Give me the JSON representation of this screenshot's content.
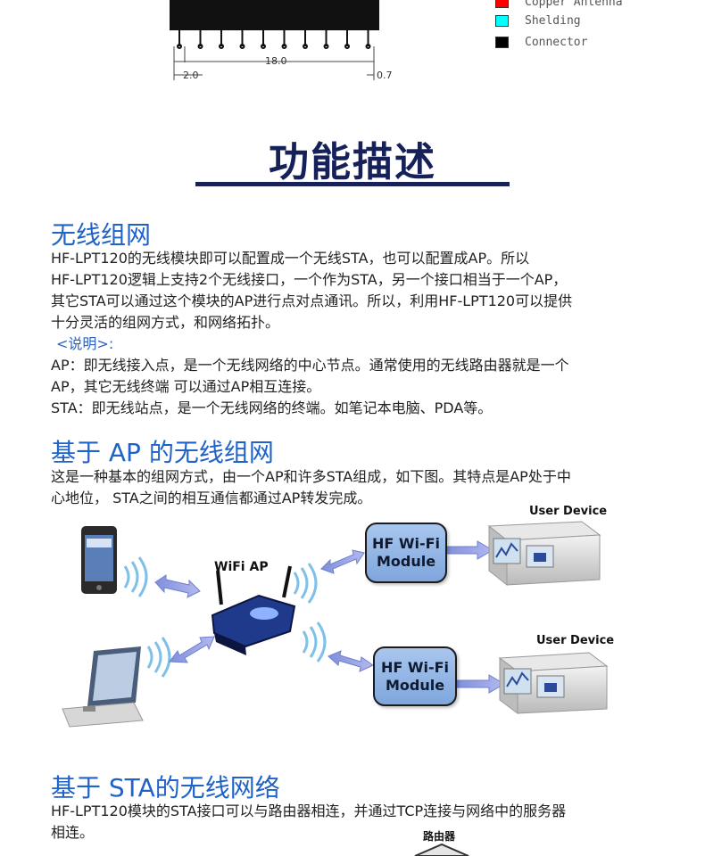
{
  "drawing": {
    "dim_left": "2.0",
    "dim_middle": "18.0",
    "dim_right": "0.7"
  },
  "legend": [
    {
      "label": "Copper Antenna",
      "color": "#ff0000"
    },
    {
      "label": "Shelding",
      "color": "#00ffff"
    },
    {
      "label": "Connector",
      "color": "#000000"
    }
  ],
  "main_title": "功能描述",
  "sections": {
    "wireless_net": {
      "heading": "无线组网",
      "lines": [
        "HF-LPT120的无线模块即可以配置成一个无线STA，也可以配置成AP。所以",
        "HF-LPT120逻辑上支持2个无线接口，一个作为STA，另一个接口相当于一个AP，",
        "其它STA可以通过这个模块的AP进行点对点通讯。所以，利用HF-LPT120可以提供",
        "十分灵活的组网方式，和网络拓扑。"
      ],
      "note_label": "<说明>:",
      "note_lines": [
        "AP：即无线接入点，是一个无线网络的中心节点。通常使用的无线路由器就是一个",
        "AP，其它无线终端  可以通过AP相互连接。",
        "STA：即无线站点，是一个无线网络的终端。如笔记本电脑、PDA等。"
      ]
    },
    "ap_net": {
      "heading": "基于 AP 的无线组网",
      "lines": [
        " 这是一种基本的组网方式，由一个AP和许多STA组成，如下图。其特点是AP处于中",
        "心地位， STA之间的相互通信都通过AP转发完成。"
      ]
    },
    "sta_net": {
      "heading": "基于 STA的无线网络",
      "lines": [
        " HF-LPT120模块的STA接口可以与路由器相连，并通过TCP连接与网络中的服务器",
        "相连。"
      ]
    }
  },
  "diagram": {
    "wifi_ap_label": "WiFi AP",
    "module_top_line1": "HF Wi-Fi",
    "module_top_line2": "Module",
    "module_bottom_line1": "HF Wi-Fi",
    "module_bottom_line2": "Module",
    "user_device_top": "User Device",
    "user_device_bottom": "User Device",
    "router_label": "路由器"
  }
}
